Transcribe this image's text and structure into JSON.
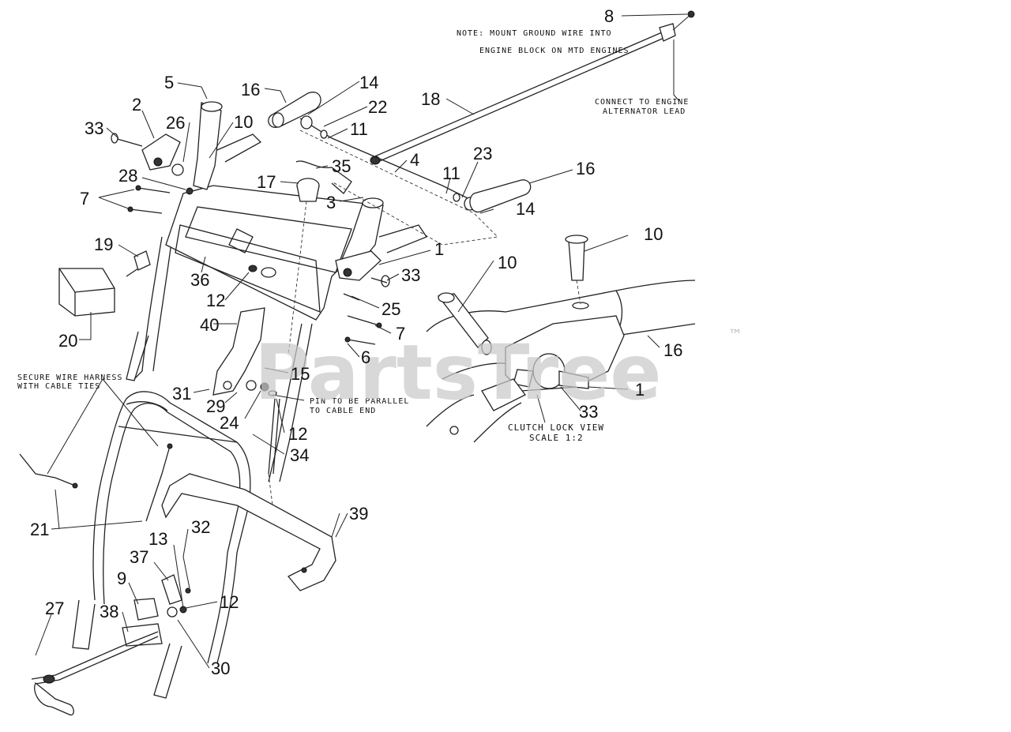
{
  "watermark": {
    "text": "PartsTree",
    "trademark": "™"
  },
  "notes": {
    "ground_wire_line1": "NOTE:  MOUNT GROUND WIRE INTO",
    "ground_wire_line2": "ENGINE BLOCK ON MTD ENGINES",
    "engine_lead_line1": "CONNECT TO ENGINE",
    "engine_lead_line2": "ALTERNATOR LEAD",
    "wire_harness_line1": "SECURE WIRE HARNESS",
    "wire_harness_line2": "WITH CABLE TIES",
    "pin_line1": "PIN TO BE PARALLEL",
    "pin_line2": "TO CABLE END"
  },
  "clutch_view": {
    "title": "CLUTCH LOCK VIEW",
    "scale": "SCALE 1:2"
  },
  "callouts": {
    "c8": "8",
    "c18": "18",
    "c5": "5",
    "c16a": "16",
    "c14a": "14",
    "c22": "22",
    "c2": "2",
    "c26": "26",
    "c10a": "10",
    "c11a": "11",
    "c33a": "33",
    "c4": "4",
    "c23": "23",
    "c11b": "11",
    "c16b": "16",
    "c28": "28",
    "c35": "35",
    "c17": "17",
    "c7a": "7",
    "c3": "3",
    "c14b": "14",
    "c10b": "10",
    "c19": "19",
    "c1a": "1",
    "c10c": "10",
    "c36": "36",
    "c33b": "33",
    "c12a": "12",
    "c25": "25",
    "c20": "20",
    "c40": "40",
    "c7b": "7",
    "c6": "6",
    "c16c": "16",
    "c15": "15",
    "c1b": "1",
    "c31": "31",
    "c29": "29",
    "c33c": "33",
    "c24": "24",
    "c12b": "12",
    "c34": "34",
    "c21": "21",
    "c39": "39",
    "c32": "32",
    "c13": "13",
    "c37": "37",
    "c9": "9",
    "c12c": "12",
    "c27": "27",
    "c38": "38",
    "c30": "30"
  }
}
